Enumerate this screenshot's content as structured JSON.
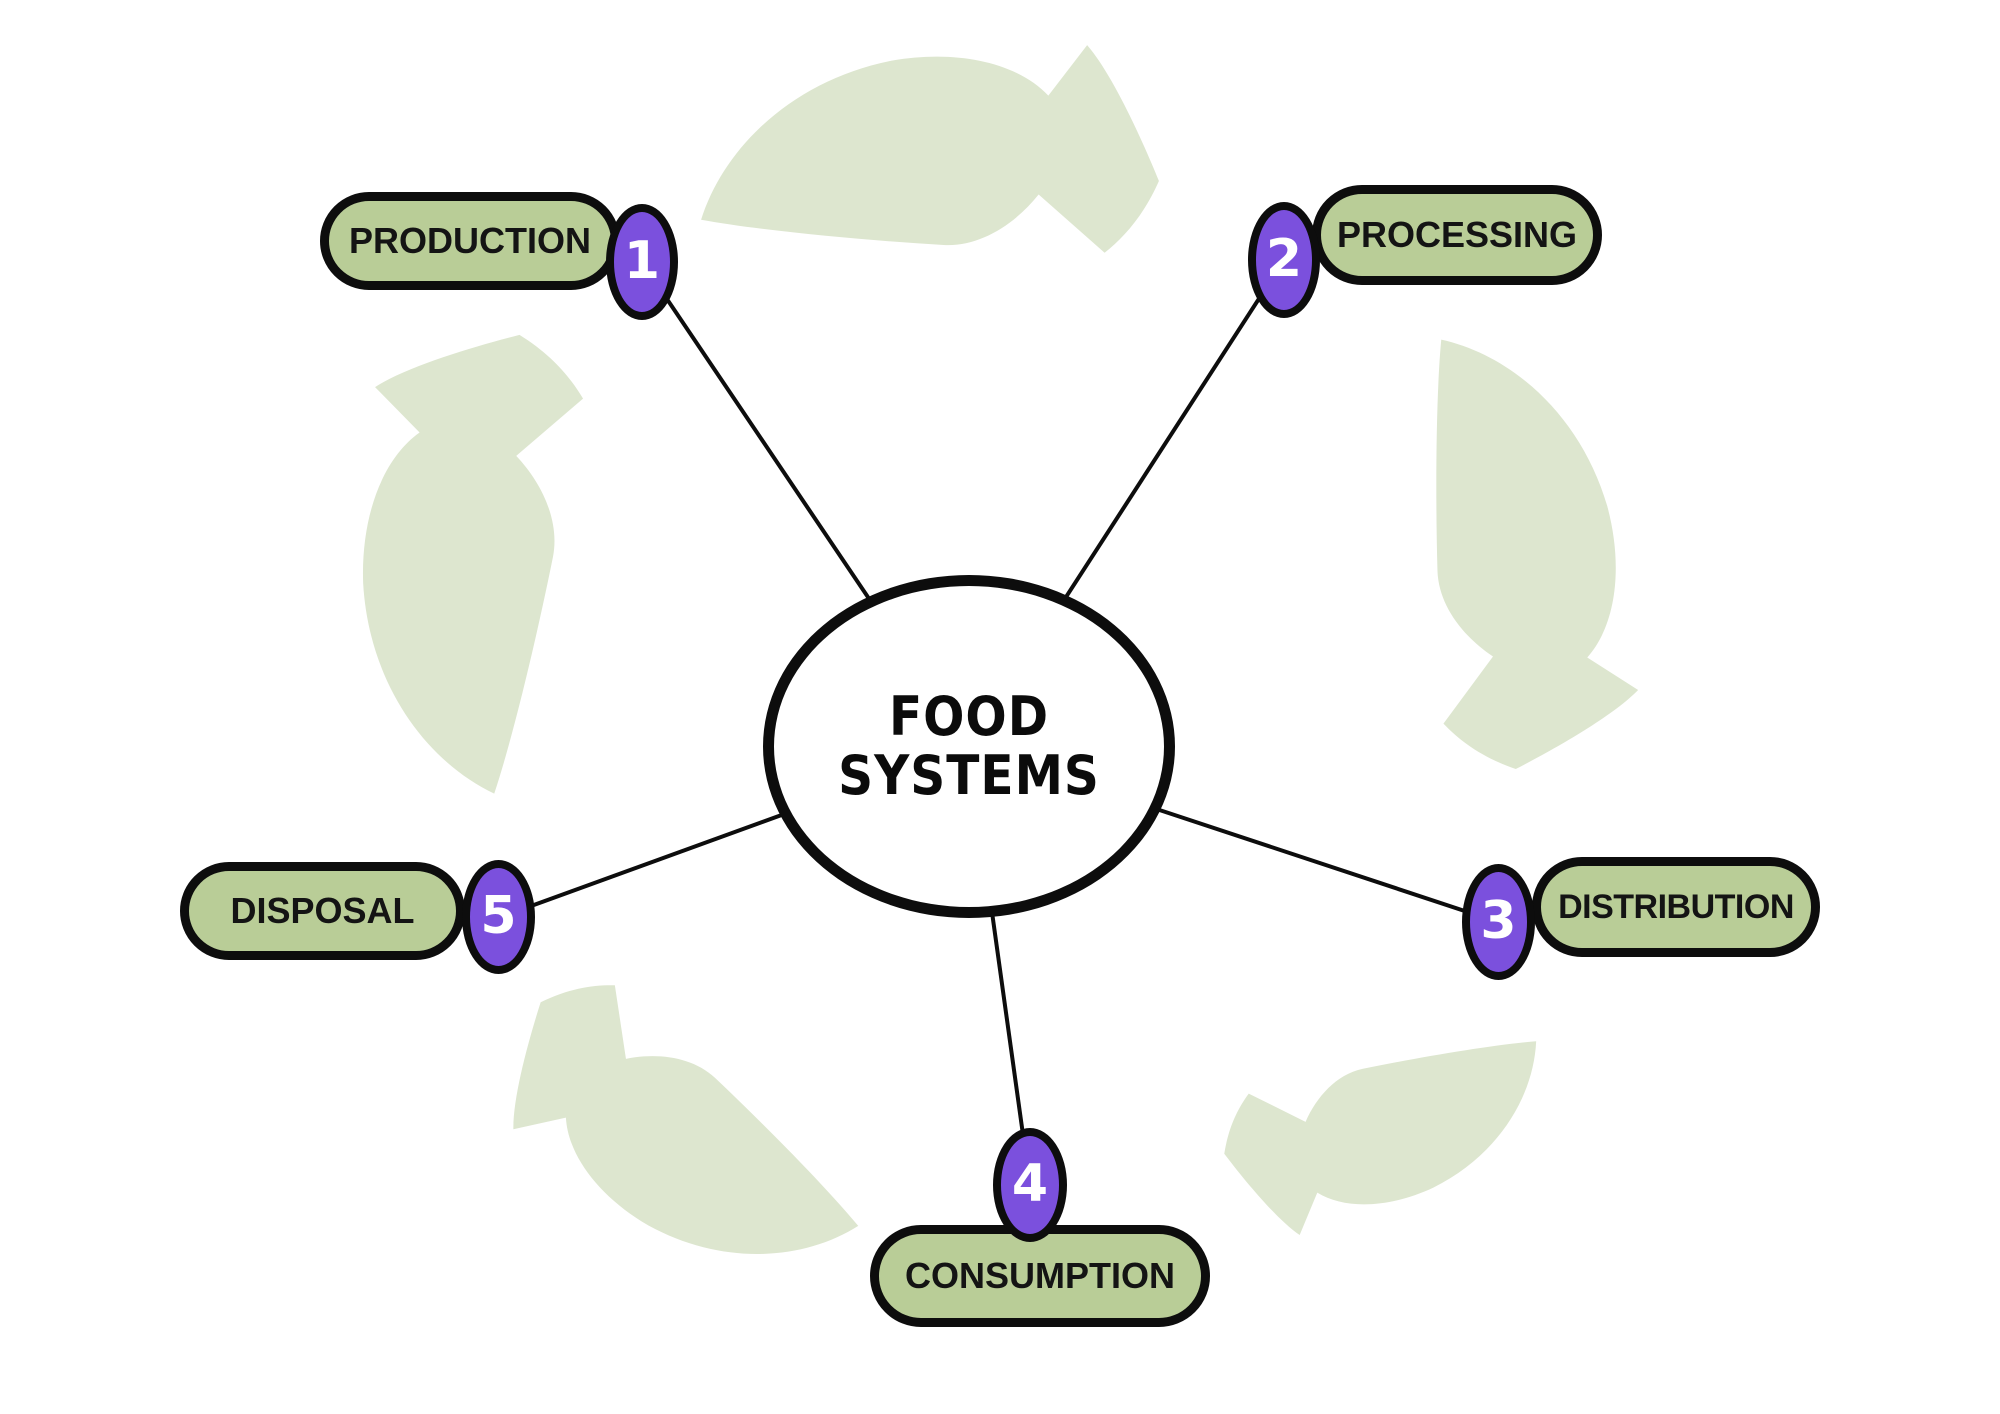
{
  "diagram": {
    "center": {
      "title_line1": "FOOD",
      "title_line2": "SYSTEMS"
    },
    "nodes": [
      {
        "number": "1",
        "label": "PRODUCTION"
      },
      {
        "number": "2",
        "label": "PROCESSING"
      },
      {
        "number": "3",
        "label": "DISTRIBUTION"
      },
      {
        "number": "4",
        "label": "CONSUMPTION"
      },
      {
        "number": "5",
        "label": "DISPOSAL"
      }
    ],
    "colors": {
      "node_fill": "#b9cd97",
      "badge_fill": "#7b50dd",
      "badge_text": "#ffffff",
      "arrow_fill": "#dde6cf",
      "outline": "#0d0d0d",
      "background": "#ffffff"
    }
  }
}
